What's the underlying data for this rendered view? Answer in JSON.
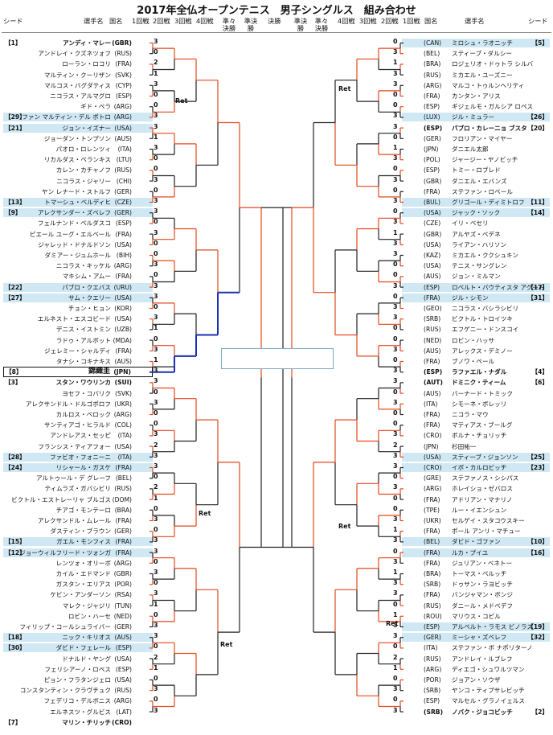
{
  "title": "2017年全仏オープンテニス　男子シングルス　組み合わせ",
  "headers": {
    "seed_l": "シード",
    "player_l": "選手名",
    "country_l": "国名",
    "r1_l": "1回戦",
    "r2_l": "2回戦",
    "r3_l": "3回戦",
    "r4_l": "4回戦",
    "qf_l": "準々決勝",
    "sf_l": "準決勝",
    "f": "決勝",
    "sf_r": "準決勝",
    "qf_r": "準々決勝",
    "r4_r": "4回戦",
    "r3_r": "3回戦",
    "r2_r": "2回戦",
    "r1_r": "1回戦",
    "country_r": "国名",
    "player_r": "選手名",
    "seed_r": "シード"
  },
  "colors": {
    "orange": "#e2491c",
    "blue": "#1c2fb2",
    "black": "#222222",
    "highlight": "#cfe8f4"
  },
  "left": [
    {
      "s": "【1】",
      "n": "アンディ・マレー",
      "c": "(GBR)",
      "b": true
    },
    {
      "s": "",
      "n": "アンドレイ・クズネツォフ",
      "c": "(RUS)"
    },
    {
      "s": "",
      "n": "ローラン・ロコリ",
      "c": "(FRA)"
    },
    {
      "s": "",
      "n": "マルティン・クーリザン",
      "c": "(SVK)"
    },
    {
      "s": "",
      "n": "マルコス・バグダティス",
      "c": "(CYP)"
    },
    {
      "s": "",
      "n": "ニコラス・アルマグロ",
      "c": "(ESP)"
    },
    {
      "s": "",
      "n": "ギド・ペラ",
      "c": "(ARG)"
    },
    {
      "s": "【29】",
      "n": "ファン マルティン・デル ポトロ",
      "c": "(ARG)",
      "h": true
    },
    {
      "s": "【21】",
      "n": "ジョン・イズナー",
      "c": "(USA)",
      "h": true
    },
    {
      "s": "",
      "n": "ジョーダン・トンプソン",
      "c": "(AUS)"
    },
    {
      "s": "",
      "n": "パオロ・ロレンツィ",
      "c": "(ITA)"
    },
    {
      "s": "",
      "n": "リカルダス・ベランキス",
      "c": "(LTU)"
    },
    {
      "s": "",
      "n": "カレン・カチャノフ",
      "c": "(RUS)"
    },
    {
      "s": "",
      "n": "ニコラス・ジャリー",
      "c": "(CHI)"
    },
    {
      "s": "",
      "n": "ヤン レナード・ストルフ",
      "c": "(GER)"
    },
    {
      "s": "【13】",
      "n": "トマーシュ・ベルディヒ",
      "c": "(CZE)",
      "h": true
    },
    {
      "s": "【9】",
      "n": "アレクサンダー・ズベレフ",
      "c": "(GER)",
      "h": true
    },
    {
      "s": "",
      "n": "フェルナンド・ベルダスコ",
      "c": "(ESP)"
    },
    {
      "s": "",
      "n": "ピエール ユーグ・エルベール",
      "c": "(FRA)"
    },
    {
      "s": "",
      "n": "ジャレッド・ドナルドソン",
      "c": "(USA)"
    },
    {
      "s": "",
      "n": "ダミアー・ジュムホール",
      "c": "(BIH)"
    },
    {
      "s": "",
      "n": "ニコラス・キッケル",
      "c": "(ARG)"
    },
    {
      "s": "",
      "n": "マキシム・アムー",
      "c": "(FRA)"
    },
    {
      "s": "【22】",
      "n": "パブロ・クエバス",
      "c": "(URU)",
      "h": true
    },
    {
      "s": "【27】",
      "n": "サム・クエリー",
      "c": "(USA)",
      "h": true
    },
    {
      "s": "",
      "n": "チョン・ヒョン",
      "c": "(KOR)"
    },
    {
      "s": "",
      "n": "エルネスト・エスコビード",
      "c": "(USA)"
    },
    {
      "s": "",
      "n": "デニス・イストミン",
      "c": "(UZB)"
    },
    {
      "s": "",
      "n": "ラドゥ・アルボット",
      "c": "(MDA)"
    },
    {
      "s": "",
      "n": "ジェレミー・シャルディ",
      "c": "(FRA)"
    },
    {
      "s": "",
      "n": "タナシ・コキナキス",
      "c": "(AUS)"
    },
    {
      "s": "【8】",
      "n": "錦織圭",
      "c": "(JPN)",
      "b": true,
      "box": true
    },
    {
      "s": "【3】",
      "n": "スタン・ワウリンカ",
      "c": "(SUI)",
      "b": true
    },
    {
      "s": "",
      "n": "ヨセフ・コバリク",
      "c": "(SVK)"
    },
    {
      "s": "",
      "n": "アレクサンドル・ドルゴポロフ",
      "c": "(UKR)"
    },
    {
      "s": "",
      "n": "カルロス・ベロック",
      "c": "(ARG)"
    },
    {
      "s": "",
      "n": "サンティアゴ・ヒラルド",
      "c": "(COL)"
    },
    {
      "s": "",
      "n": "アンドレアス・セッピ",
      "c": "(ITA)"
    },
    {
      "s": "",
      "n": "フランシス・ティアフォー",
      "c": "(USA)"
    },
    {
      "s": "【28】",
      "n": "ファビオ・フォニーニ",
      "c": "(ITA)",
      "h": true
    },
    {
      "s": "【24】",
      "n": "リシャール・ガスケ",
      "c": "(FRA)",
      "h": true
    },
    {
      "s": "",
      "n": "アルトゥール・デ グレーフ",
      "c": "(BEL)"
    },
    {
      "s": "",
      "n": "ティムラズ・ガバシビリ",
      "c": "(RUS)"
    },
    {
      "s": "",
      "n": "ビクトル・エストレーリャ ブルゴス",
      "c": "(DOM)"
    },
    {
      "s": "",
      "n": "チアゴ・モンテーロ",
      "c": "(BRA)"
    },
    {
      "s": "",
      "n": "アレクサンドル・ムレール",
      "c": "(FRA)"
    },
    {
      "s": "",
      "n": "ダスティン・ブラウン",
      "c": "(GER)"
    },
    {
      "s": "【15】",
      "n": "ガエル・モンフィス",
      "c": "(FRA)",
      "h": true
    },
    {
      "s": "【12】",
      "n": "ジョーウィルフリード・ツォンガ",
      "c": "(FRA)",
      "h": true
    },
    {
      "s": "",
      "n": "レンツォ・オリーボ",
      "c": "(ARG)"
    },
    {
      "s": "",
      "n": "カイル・エドマンド",
      "c": "(GBR)"
    },
    {
      "s": "",
      "n": "ガスタン・エリアス",
      "c": "(POR)"
    },
    {
      "s": "",
      "n": "ケビン・アンダーソン",
      "c": "(RSA)"
    },
    {
      "s": "",
      "n": "マレク・ジャジリ",
      "c": "(TUN)"
    },
    {
      "s": "",
      "n": "ロビン・ハーセ",
      "c": "(NED)"
    },
    {
      "s": "",
      "n": "フィリップ・コールシュライバー",
      "c": "(GER)"
    },
    {
      "s": "【18】",
      "n": "ニック・キリオス",
      "c": "(AUS)",
      "h": true
    },
    {
      "s": "【30】",
      "n": "ダビド・フェレール",
      "c": "(ESP)",
      "h": true
    },
    {
      "s": "",
      "n": "ドナルド・ヤング",
      "c": "(USA)"
    },
    {
      "s": "",
      "n": "フェリシアーノ・ロペス",
      "c": "(ESP)"
    },
    {
      "s": "",
      "n": "ピョン・フラタンジェロ",
      "c": "(USA)"
    },
    {
      "s": "",
      "n": "コンスタンティン・クラヴチュク",
      "c": "(RUS)"
    },
    {
      "s": "",
      "n": "フェデリコ・デルボニス",
      "c": "(ARG)"
    },
    {
      "s": "",
      "n": "エルネスツ・グルビス",
      "c": "(LAT)"
    },
    {
      "s": "【7】",
      "n": "マリン・チリッチ",
      "c": "(CRO)",
      "b": true
    }
  ],
  "right": [
    {
      "s": "【5】",
      "n": "ミロシュ・ラオニッチ",
      "c": "(CAN)",
      "h": true
    },
    {
      "s": "",
      "n": "スティーブ・ダルシー",
      "c": "(BEL)"
    },
    {
      "s": "",
      "n": "ロジェリオ・ドゥトラ シルバ",
      "c": "(BRA)"
    },
    {
      "s": "",
      "n": "ミカエル・ユーズニー",
      "c": "(RUS)"
    },
    {
      "s": "",
      "n": "マルコ・トゥルンヘリティ",
      "c": "(ARG)"
    },
    {
      "s": "",
      "n": "カンタン・アリス",
      "c": "(FRA)"
    },
    {
      "s": "",
      "n": "ギジェルモ・ガルシア ロペス",
      "c": "(ESP)"
    },
    {
      "s": "【26】",
      "n": "ジル・ミュラー",
      "c": "(LUX)",
      "h": true
    },
    {
      "s": "【20】",
      "n": "パブロ・カレーニョ ブスタ",
      "c": "(ESP)",
      "b": true
    },
    {
      "s": "",
      "n": "フロリアン・マイヤー",
      "c": "(GER)"
    },
    {
      "s": "",
      "n": "ダニエル太郎",
      "c": "(JPN)"
    },
    {
      "s": "",
      "n": "ジャージー・ヤノビッチ",
      "c": "(POL)"
    },
    {
      "s": "",
      "n": "トミー・ロブレド",
      "c": "(ESP)"
    },
    {
      "s": "",
      "n": "ダニエル・エバンズ",
      "c": "(GBR)"
    },
    {
      "s": "",
      "n": "ステファン・ロベール",
      "c": "(FRA)"
    },
    {
      "s": "【11】",
      "n": "グリゴール・ディミトロフ",
      "c": "(BUL)",
      "h": true
    },
    {
      "s": "【14】",
      "n": "ジャック・ソック",
      "c": "(USA)",
      "h": true
    },
    {
      "s": "",
      "n": "イリ・ベセリ",
      "c": "(CZE)"
    },
    {
      "s": "",
      "n": "アルヤズ・ベデネ",
      "c": "(GBR)"
    },
    {
      "s": "",
      "n": "ライアン・ハリソン",
      "c": "(USA)"
    },
    {
      "s": "",
      "n": "ミカエル・ククシュキン",
      "c": "(KAZ)"
    },
    {
      "s": "",
      "n": "テニス・サングレン",
      "c": "(USA)"
    },
    {
      "s": "",
      "n": "ジョン・ミルマン",
      "c": "(AUS)"
    },
    {
      "s": "【17】",
      "n": "ロベルト・バウティスタ アグート",
      "c": "(ESP)",
      "h": true
    },
    {
      "s": "【31】",
      "n": "ジル・シモン",
      "c": "(FRA)",
      "h": true
    },
    {
      "s": "",
      "n": "ニコラス・バシラシビリ",
      "c": "(GEO)"
    },
    {
      "s": "",
      "n": "ビクトル・トロイツキ",
      "c": "(SRB)"
    },
    {
      "s": "",
      "n": "エフゲニー・ドンスコイ",
      "c": "(RUS)"
    },
    {
      "s": "",
      "n": "ロビン・ハッサ",
      "c": "(NED)"
    },
    {
      "s": "",
      "n": "アレックス・デミノー",
      "c": "(AUS)"
    },
    {
      "s": "",
      "n": "ブノワ・ペール",
      "c": "(FRA)"
    },
    {
      "s": "【4】",
      "n": "ラファエル・ナダル",
      "c": "(ESP)",
      "b": true
    },
    {
      "s": "【6】",
      "n": "ドミニク・ティーム",
      "c": "(AUT)",
      "b": true
    },
    {
      "s": "",
      "n": "バーナード・トミック",
      "c": "(AUS)"
    },
    {
      "s": "",
      "n": "シモーネ・ボレッリ",
      "c": "(ITA)"
    },
    {
      "s": "",
      "n": "ニコラ・マウ",
      "c": "(FRA)"
    },
    {
      "s": "",
      "n": "マティアス・ブールグ",
      "c": "(FRA)"
    },
    {
      "s": "",
      "n": "ボルナ・チョリッチ",
      "c": "(CRO)"
    },
    {
      "s": "",
      "n": "杉田祐一",
      "c": "(JPN)"
    },
    {
      "s": "【25】",
      "n": "スティーブ・ジョンソン",
      "c": "(USA)",
      "h": true
    },
    {
      "s": "【23】",
      "n": "イボ・カルロビッチ",
      "c": "(CRO)",
      "h": true
    },
    {
      "s": "",
      "n": "ステファノス・シシパス",
      "c": "(GRE)"
    },
    {
      "s": "",
      "n": "ホレイショ・ゼバロス",
      "c": "(ARG)"
    },
    {
      "s": "",
      "n": "アドリアン・マナリノ",
      "c": "(FRA)"
    },
    {
      "s": "",
      "n": "ルー・イエンシュン",
      "c": "(TPE)"
    },
    {
      "s": "",
      "n": "セルゲイ・スタコウスキー",
      "c": "(UKR)"
    },
    {
      "s": "",
      "n": "ポール アンリ・マチュー",
      "c": "(FRA)"
    },
    {
      "s": "【10】",
      "n": "ダビド・ゴファン",
      "c": "(BEL)",
      "h": true
    },
    {
      "s": "【16】",
      "n": "ルカ・プイユ",
      "c": "(FRA)",
      "h": true
    },
    {
      "s": "",
      "n": "ジュリアン・ベネトー",
      "c": "(FRA)"
    },
    {
      "s": "",
      "n": "トーマス・ベルッチ",
      "c": "(BRA)"
    },
    {
      "s": "",
      "n": "ドゥサン・ラヨビッチ",
      "c": "(SRB)"
    },
    {
      "s": "",
      "n": "バンジャマン・ボンジ",
      "c": "(FRA)"
    },
    {
      "s": "",
      "n": "ダニール・メドベデフ",
      "c": "(RUS)"
    },
    {
      "s": "",
      "n": "マリウス・コピル",
      "c": "(ROU)"
    },
    {
      "s": "【19】",
      "n": "アルベルト・ラモス ビノラス",
      "c": "(ESP)",
      "h": true
    },
    {
      "s": "【32】",
      "n": "ミーシャ・ズベレフ",
      "c": "(GER)",
      "h": true
    },
    {
      "s": "",
      "n": "ステファン・ボ ナポリターノ",
      "c": "(ITA)"
    },
    {
      "s": "",
      "n": "アンドレイ・ルブレフ",
      "c": "(RUS)"
    },
    {
      "s": "",
      "n": "ディエゴ・シュワルツマン",
      "c": "(ARG)"
    },
    {
      "s": "",
      "n": "ジョアン・ソウザ",
      "c": "(POR)"
    },
    {
      "s": "",
      "n": "ヤンコ・ティプサレビッチ",
      "c": "(SRB)"
    },
    {
      "s": "",
      "n": "マルセル・グラノイェルス",
      "c": "(ESP)"
    },
    {
      "s": "【2】",
      "n": "ノバク・ジョコビッチ",
      "c": "(SRB)",
      "b": true
    }
  ],
  "ret": [
    "Ret",
    "Ret",
    "Ret",
    "Ret",
    "Ret",
    "Ret"
  ],
  "scores_r1_left": [
    "3",
    "0",
    "2",
    "1",
    "3",
    "0",
    "0",
    "3",
    "3",
    "1",
    "3",
    "0",
    "0",
    "3",
    "0",
    "3",
    "3",
    "0",
    "3",
    "0",
    "0",
    "3",
    "0",
    "3",
    "3",
    "0",
    "3",
    "1",
    "0",
    "3",
    "1",
    "3",
    "3",
    "0",
    "3",
    "0",
    "0",
    "3",
    "2",
    "3",
    "3",
    "0",
    "2",
    "1",
    "0",
    "3",
    "0",
    "3",
    "3",
    "0",
    "3",
    "0",
    "3",
    "1",
    "0",
    "3",
    "3",
    "0",
    "2",
    "1",
    "0",
    "3",
    "0",
    "3"
  ],
  "scores_r1_right": [
    "0",
    "3",
    "1",
    "3",
    "3",
    "0",
    "0",
    "3",
    "3",
    "0",
    "1",
    "3",
    "0",
    "3",
    "0",
    "3",
    "0",
    "3",
    "1",
    "3",
    "3",
    "0",
    "0",
    "3",
    "0",
    "3",
    "3",
    "0",
    "0",
    "3",
    "0",
    "3",
    "3",
    "0",
    "3",
    "0",
    "0",
    "3",
    "2",
    "3",
    "3",
    "0",
    "3",
    "0",
    "0",
    "3",
    "1",
    "3",
    "0",
    "3",
    "1",
    "3",
    "3",
    "0",
    "1",
    "3",
    "3",
    "0",
    "2",
    "1",
    "0",
    "3",
    "0",
    "3"
  ]
}
